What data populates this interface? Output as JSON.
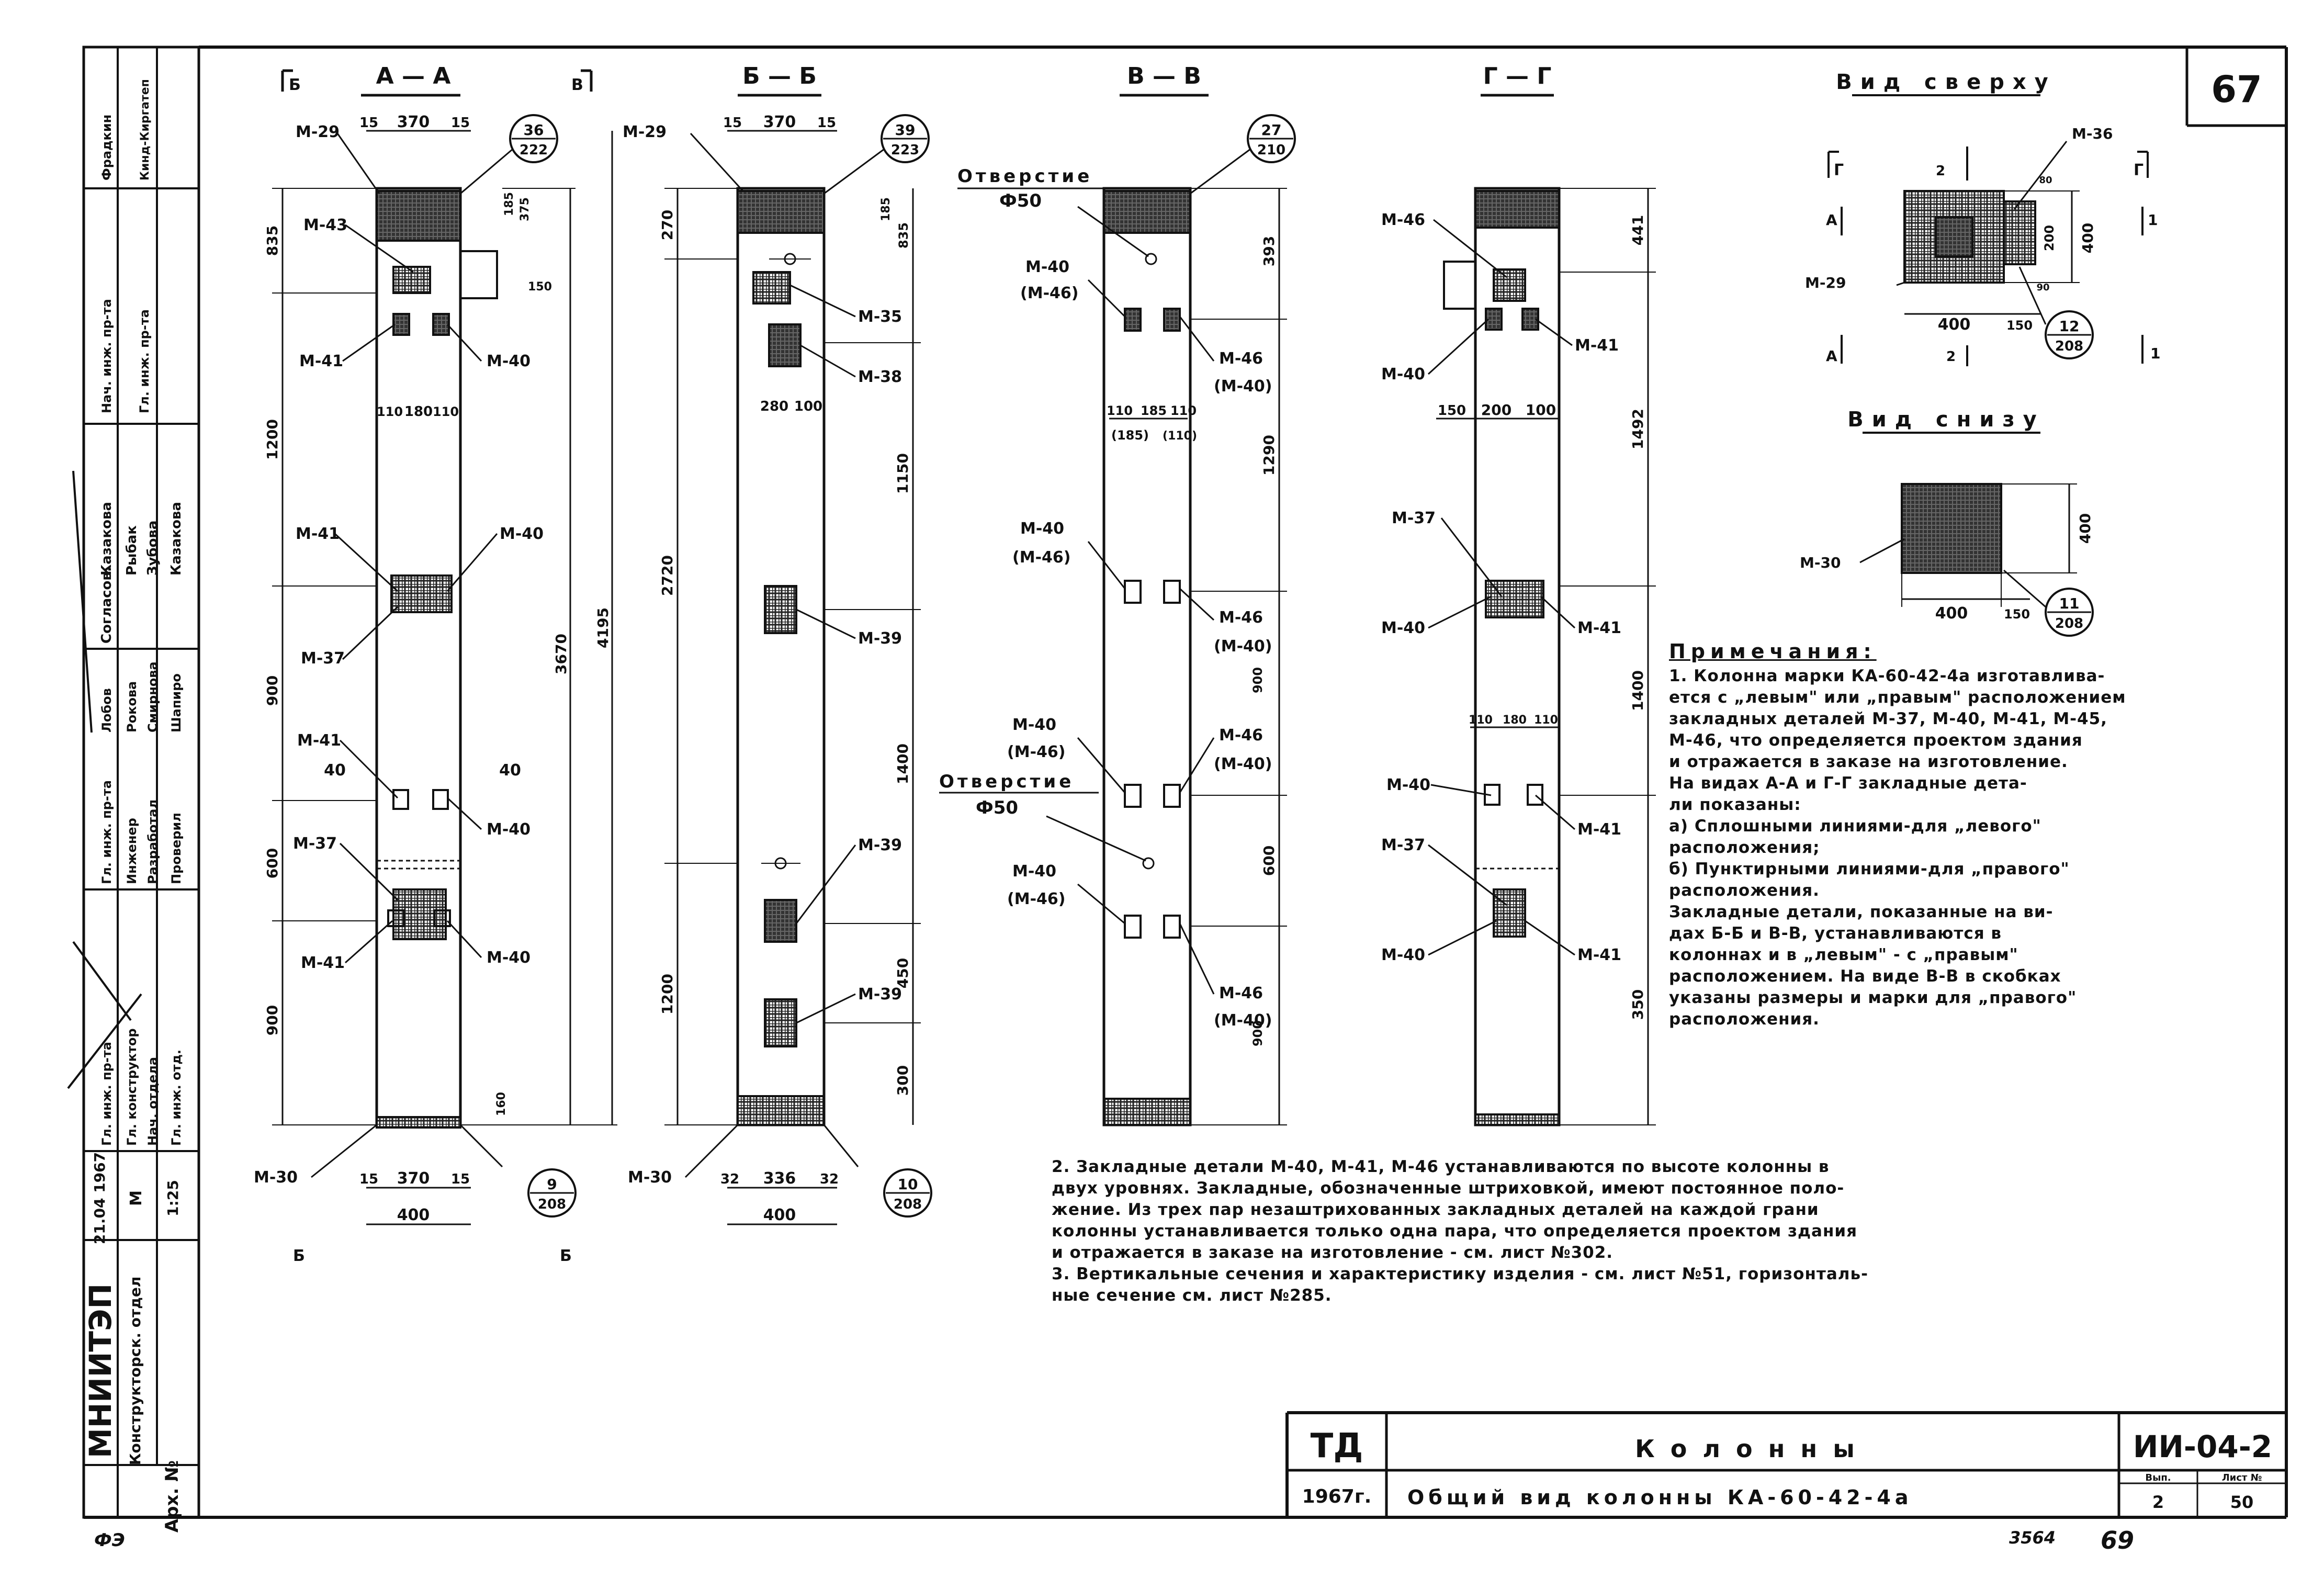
{
  "sheet": {
    "sheet_number": "67",
    "page_number": "69",
    "bottom_code": "3564",
    "bottom_left_code": "ФЭ"
  },
  "views": {
    "a": {
      "title": "A — A",
      "cut_left": "Б",
      "cut_right": "В",
      "dims": {
        "top_w": "370",
        "side_l": "15",
        "side_r": "15",
        "h_total": "4195",
        "h_col": "3670",
        "h1": "1200",
        "h2": "900",
        "h3": "600",
        "h4": "900",
        "top1": "835",
        "top2": "375",
        "top3": "185",
        "gap": "110",
        "mid": "180",
        "gap2": "110",
        "w40l": "40",
        "w40r": "40",
        "b_side": "15",
        "b_w": "370",
        "b_side2": "15",
        "b_total": "400",
        "foot": "160",
        "small": "150"
      },
      "labels": [
        "M-29",
        "M-43",
        "M-41",
        "M-40",
        "M-41",
        "M-40",
        "M-37",
        "M-41",
        "M-40",
        "M-37",
        "M-41",
        "M-40",
        "M-30"
      ],
      "circle_top": {
        "num": "36",
        "den": "222"
      },
      "circle_bot": {
        "num": "9",
        "den": "208"
      },
      "cut_bottom_l": "Б",
      "cut_bottom_r": "Б"
    },
    "b": {
      "title": "Б — Б",
      "dims": {
        "top_w": "370",
        "side_l": "15",
        "side_r": "15",
        "h1": "270",
        "h2": "835",
        "h3": "185",
        "h_total": "2720",
        "h4": "1150",
        "h5": "1400",
        "h6": "450",
        "h7": "300",
        "h8": "1200",
        "b1": "280",
        "b2": "100",
        "b_side": "32",
        "b_w": "336",
        "b_side2": "32",
        "b_total": "400"
      },
      "labels": [
        "M-29",
        "M-35",
        "M-38",
        "M-39",
        "M-39",
        "M-39",
        "M-30"
      ],
      "circle_top": {
        "num": "39",
        "den": "223"
      },
      "circle_bot": {
        "num": "10",
        "den": "208"
      }
    },
    "c": {
      "title": "В — В",
      "hole_label": "Отверстие",
      "hole_dia": "Ф50",
      "hole_label2": "Отверстие",
      "hole_dia2": "Ф50",
      "dims": {
        "d1": "393",
        "d2": "1290",
        "d3": "600",
        "d4": "900",
        "d5": "900",
        "d6": "110",
        "d7": "185",
        "d8": "110",
        "d9": "(185)",
        "d10": "(110)"
      },
      "labels": [
        "M-40",
        "(M-46)",
        "M-46",
        "(M-40)",
        "M-40",
        "(M-46)",
        "M-46",
        "(M-40)",
        "M-40",
        "(M-46)",
        "M-46",
        "(M-40)",
        "M-40",
        "(M-46)",
        "M-46",
        "(M-40)"
      ],
      "circle_top": {
        "num": "27",
        "den": "210"
      }
    },
    "d": {
      "title": "Г — Г",
      "dims": {
        "d1": "441",
        "d2": "1492",
        "d3": "1400",
        "d4": "350",
        "w1": "150",
        "w2": "200",
        "w3": "100",
        "w4": "110",
        "w5": "180",
        "w6": "110"
      },
      "labels": [
        "M-46",
        "M-40",
        "M-41",
        "M-37",
        "M-40",
        "M-41",
        "M-40",
        "M-41",
        "M-37",
        "M-40",
        "M-41"
      ]
    },
    "top": {
      "title": "Вид сверху",
      "cut_l": "Г",
      "cut_r": "Г",
      "cut_a": "А",
      "num_2": "2",
      "labels": [
        "M-36",
        "M-29"
      ],
      "dims": {
        "w": "400",
        "side": "150",
        "h": "400",
        "inner": "200",
        "s1": "80",
        "s2": "90"
      },
      "circle": {
        "num": "12",
        "den": "208"
      },
      "cut_1l": "1",
      "cut_1r": "1",
      "cut_a2": "А",
      "num_2b": "2"
    },
    "bottom": {
      "title": "Вид снизу",
      "label": "M-30",
      "dims": {
        "w": "400",
        "side": "150",
        "h": "400"
      },
      "circle": {
        "num": "11",
        "den": "208"
      }
    }
  },
  "notes": {
    "title": "Примечания:",
    "items": [
      "1. Колонна марки КА-60-42-4а изготавлива-",
      "ется с „левым\" или „правым\" расположением",
      "закладных деталей М-37, М-40, М-41, М-45,",
      "М-46, что определяется проектом здания",
      "и отражается в заказе на изготовление.",
      "На видах А-А и Г-Г закладные дета-",
      "ли показаны:",
      "а) Сплошными линиями-для „левого\"",
      "расположения;",
      "б) Пунктирными линиями-для „правого\"",
      "расположения.",
      "Закладные детали, показанные на ви-",
      "дах Б-Б и В-В, устанавливаются в",
      "колоннах и в „левым\" - с „правым\"",
      "расположением. На виде В-В в скобках",
      "указаны размеры и марки для „правого\"",
      "расположения."
    ],
    "bottom": [
      "2. Закладные детали М-40, М-41, М-46 устанавливаются по высоте колонны в",
      "двух уровнях. Закладные, обозначенные штриховкой, имеют постоянное поло-",
      "жение. Из трех пар незаштрихованных закладных деталей на каждой грани",
      "колонны устанавливается только одна пара, что определяется проектом здания",
      "и отражается в заказе на изготовление - см. лист №302.",
      "3. Вертикальные сечения и характеристику изделия - см. лист №51, горизонталь-",
      "ные сечение см. лист №285."
    ]
  },
  "title_block": {
    "td": "ТД",
    "year": "1967г.",
    "name": "Колонны",
    "sub": "Общий вид колонны КА-60-42-4а",
    "code": "ИИ-04-2",
    "col1_head": "Вып.",
    "col2_head": "Лист №",
    "vyp": "2",
    "list": "50"
  },
  "side_block": {
    "org": "МНИИТЭП",
    "dept": "Конструкторск. отдел",
    "arch": "Арх. №",
    "date": "21.04 1967",
    "m": "М",
    "num": "1:25",
    "rows": [
      [
        "Нач. инж. пр-та",
        "Фрадкин"
      ],
      [
        "Гл. инж. пр-та",
        "Кинд-Киргатеп"
      ],
      [
        "Согласов.",
        ""
      ],
      [
        "",
        "Казакова"
      ],
      [
        "",
        "Рыбак"
      ],
      [
        "",
        "Зубова"
      ],
      [
        "",
        "Казакова"
      ],
      [
        "Гл. инж. пр-та",
        "Лобов"
      ],
      [
        "Инженер",
        "Рокова"
      ],
      [
        "Разработал",
        "Смирнова"
      ],
      [
        "Проверил",
        "Шапиро"
      ],
      [
        "Гл. инж. пр-та",
        ""
      ],
      [
        "Гл. конструктор",
        ""
      ],
      [
        "Нач. отдела",
        ""
      ],
      [
        "Гл. инж. отд.",
        ""
      ]
    ]
  }
}
